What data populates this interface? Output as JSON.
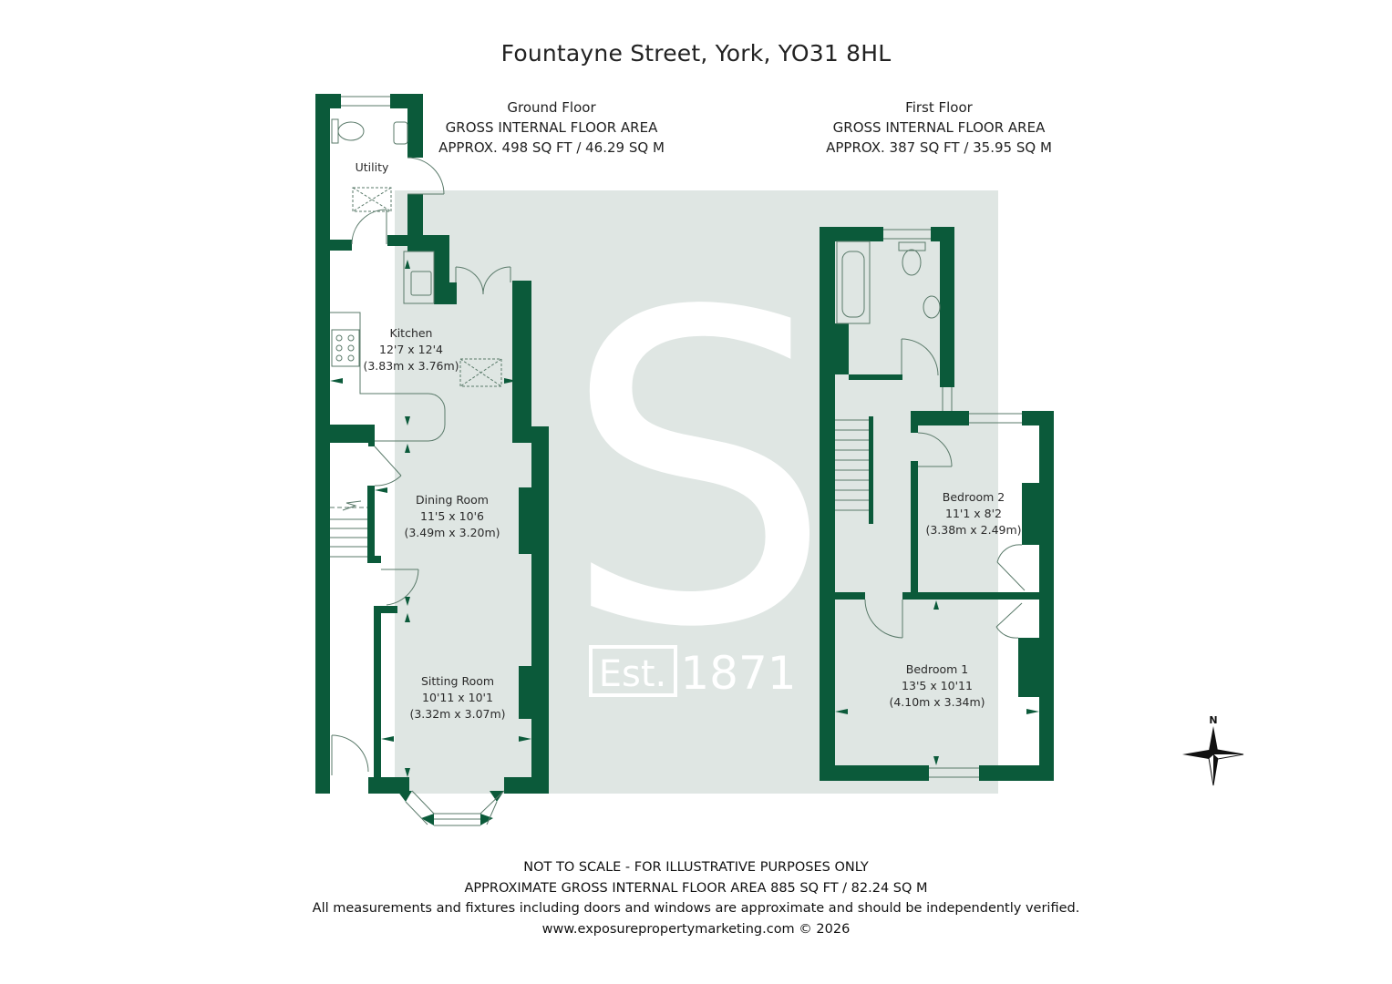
{
  "header": {
    "title": "Fountayne Street, York, YO31 8HL"
  },
  "floors": [
    {
      "name": "Ground Floor",
      "area_label": "GROSS INTERNAL FLOOR AREA",
      "area_value": "APPROX. 498 SQ FT / 46.29 SQ M",
      "rooms": [
        {
          "name": "Utility",
          "imperial": "",
          "metric": ""
        },
        {
          "name": "Kitchen",
          "imperial": "12'7 x 12'4",
          "metric": "(3.83m x 3.76m)"
        },
        {
          "name": "Dining Room",
          "imperial": "11'5 x 10'6",
          "metric": "(3.49m x 3.20m)"
        },
        {
          "name": "Sitting Room",
          "imperial": "10'11 x 10'1",
          "metric": "(3.32m x 3.07m)"
        }
      ]
    },
    {
      "name": "First Floor",
      "area_label": "GROSS INTERNAL FLOOR AREA",
      "area_value": "APPROX. 387 SQ FT / 35.95 SQ M",
      "rooms": [
        {
          "name": "Bedroom 2",
          "imperial": "11'1 x 8'2",
          "metric": "(3.38m x 2.49m)"
        },
        {
          "name": "Bedroom 1",
          "imperial": "13'5 x 10'11",
          "metric": "(4.10m x 3.34m)"
        }
      ]
    }
  ],
  "watermark": {
    "letter": "S",
    "est_label": "Est.",
    "year": "1871"
  },
  "compass": {
    "north_label": "N"
  },
  "footer": {
    "line1": "NOT TO SCALE - FOR ILLUSTRATIVE PURPOSES ONLY",
    "line2": "APPROXIMATE GROSS INTERNAL FLOOR AREA 885 SQ FT / 82.24 SQ M",
    "line3": "All measurements and fixtures including doors and windows are approximate and should be independently verified.",
    "line4": "www.exposurepropertymarketing.com © 2026"
  },
  "colors": {
    "wall": "#0b5a3a",
    "watermark_bg": "#dfe6e3",
    "fixture_line": "#5a7a6a"
  }
}
